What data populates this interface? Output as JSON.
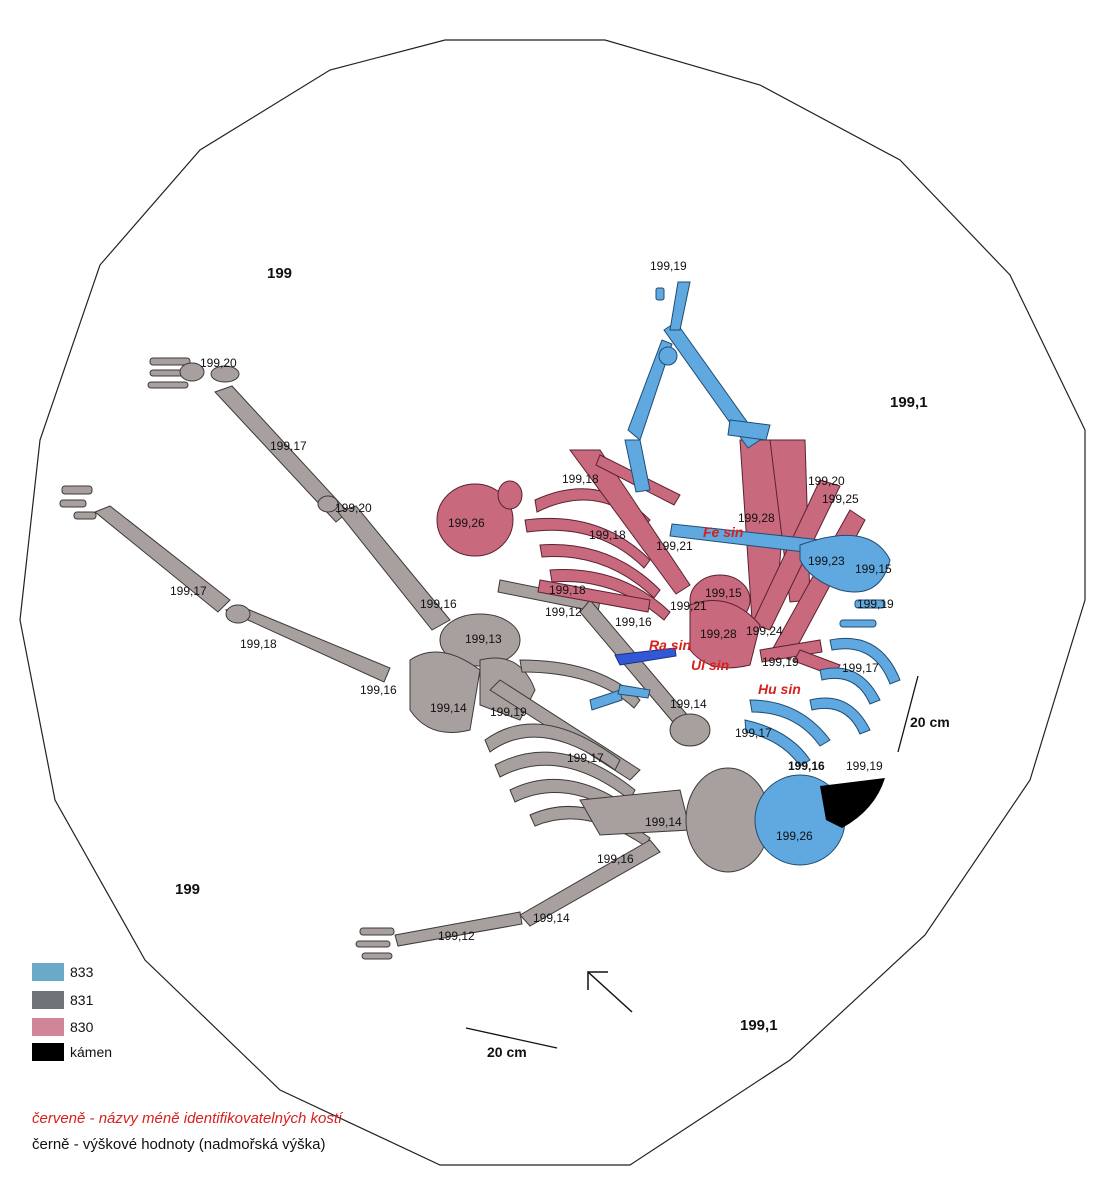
{
  "colors": {
    "g833": "#5fa8e0",
    "g831": "#a7a09e",
    "g830": "#c8697e",
    "stone": "#000000",
    "red_text": "#d8201d",
    "radius_blue": "#3358d6"
  },
  "zones": [
    "199",
    "199",
    "199,1",
    "199,1"
  ],
  "elevations": {
    "g831": [
      "199,20",
      "199,17",
      "199,20",
      "199,17",
      "199,18",
      "199,16",
      "199,16",
      "199,13",
      "199,14",
      "199,19",
      "199,17",
      "199,14",
      "199,14",
      "199,16",
      "199,14",
      "199,12",
      "199,12",
      "199,16"
    ],
    "g830": [
      "199,26",
      "199,18",
      "199,18",
      "199,21",
      "199,18",
      "199,21",
      "199,15",
      "199,28",
      "199,28",
      "199,24",
      "199,19",
      "199,20",
      "199,25",
      "199,23"
    ],
    "g833": [
      "199,19",
      "199,15",
      "199,19",
      "199,17",
      "199,17",
      "199,16",
      "199,19",
      "199,26"
    ]
  },
  "bone_names": [
    "Fe sin",
    "Ra sin",
    "Ul sin",
    "Hu sin"
  ],
  "scale_label": "20 cm",
  "legend": [
    {
      "key": "833",
      "color": "#6aa9c8"
    },
    {
      "key": "831",
      "color": "#6e7377"
    },
    {
      "key": "830",
      "color": "#d08598"
    },
    {
      "key": "kámen",
      "color": "#000000"
    }
  ],
  "notes": {
    "red": "červeně - názvy méně identifikovatelných kostí",
    "black": "černě - výškové hodnoty (nadmořská výška)"
  }
}
